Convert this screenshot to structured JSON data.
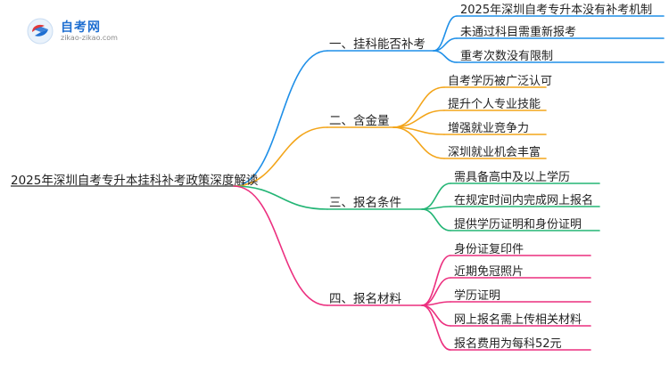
{
  "logo": {
    "name": "自考网",
    "url": "zikao-zikao.com",
    "icon": "graduation-cap-icon"
  },
  "mindmap": {
    "root": "2025年深圳自考专升本挂科补考政策深度解读",
    "branches": [
      {
        "label": "一、挂科能否补考",
        "color": "#1e8fe8",
        "leaves": [
          "2025年深圳自考专升本没有补考机制",
          "未通过科目需重新报考",
          "重考次数没有限制"
        ]
      },
      {
        "label": "二、含金量",
        "color": "#f3a51a",
        "leaves": [
          "自考学历被广泛认可",
          "提升个人专业技能",
          "增强就业竞争力",
          "深圳就业机会丰富"
        ]
      },
      {
        "label": "三、报名条件",
        "color": "#23b575",
        "leaves": [
          "需具备高中及以上学历",
          "在规定时间内完成网上报名",
          "提供学历证明和身份证明"
        ]
      },
      {
        "label": "四、报名材料",
        "color": "#ec2f7f",
        "leaves": [
          "身份证复印件",
          "近期免冠照片",
          "学历证明",
          "网上报名需上传相关材料",
          "报名费用为每科52元"
        ]
      }
    ]
  }
}
